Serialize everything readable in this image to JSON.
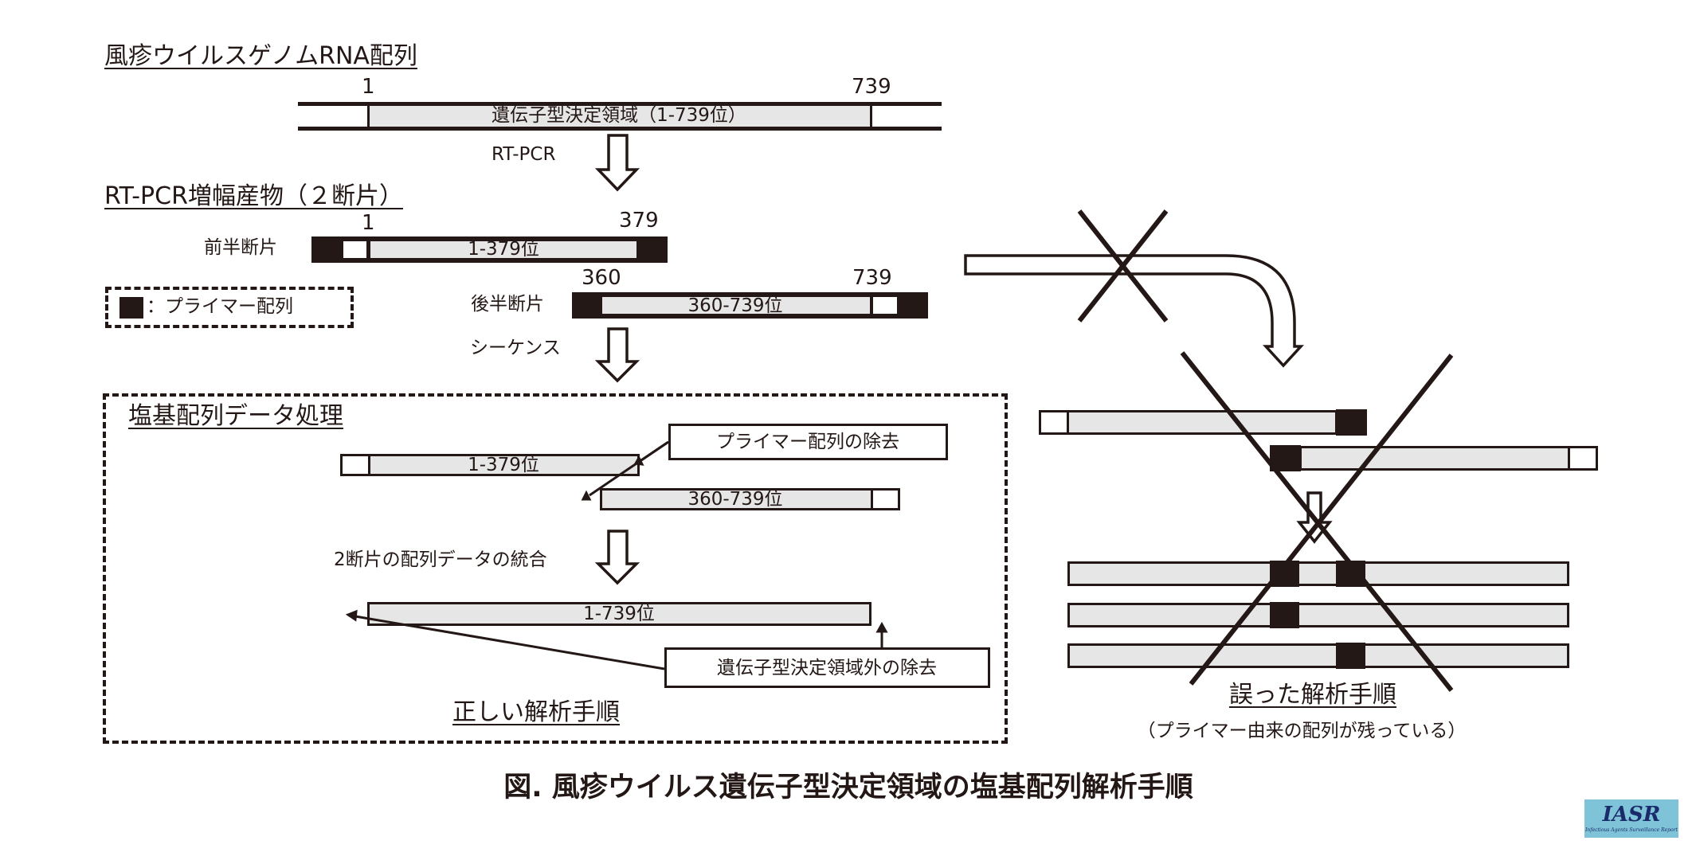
{
  "colors": {
    "ink": "#231815",
    "bar_fill": "#e6e6e6",
    "primer": "#231815",
    "logo_bg": "#7fc3d8",
    "logo_text": "#1b2a6b"
  },
  "section_genome": {
    "title": "風疹ウイルスゲノムRNA配列",
    "pos_start": "1",
    "pos_end": "739",
    "region_label": "遺伝子型決定領域（1-739位）"
  },
  "step_rtpcr": "RT-PCR",
  "section_products": {
    "title": "RT-PCR増幅産物（２断片）",
    "front": {
      "name": "前半断片",
      "pos_start": "1",
      "pos_end": "379",
      "label": "1-379位"
    },
    "back": {
      "name": "後半断片",
      "pos_start": "360",
      "pos_end": "739",
      "label": "360-739位"
    }
  },
  "legend": {
    "text": "：プライマー配列"
  },
  "step_sequence": "シーケンス",
  "processing": {
    "title": "塩基配列データ処理",
    "front_label": "1-379位",
    "back_label": "360-739位",
    "callout_primer": "プライマー配列の除去",
    "merge_step": "2断片の配列データの統合",
    "merged_label": "1-739位",
    "callout_outside": "遺伝子型決定領域外の除去",
    "correct_label": "正しい解析手順"
  },
  "wrong": {
    "label": "誤った解析手順",
    "note": "（プライマー由来の配列が残っている）"
  },
  "caption": "図. 風疹ウイルス遺伝子型決定領域の塩基配列解析手順",
  "logo": {
    "title": "IASR",
    "subtitle": "Infectious Agents Surveillance Report"
  }
}
